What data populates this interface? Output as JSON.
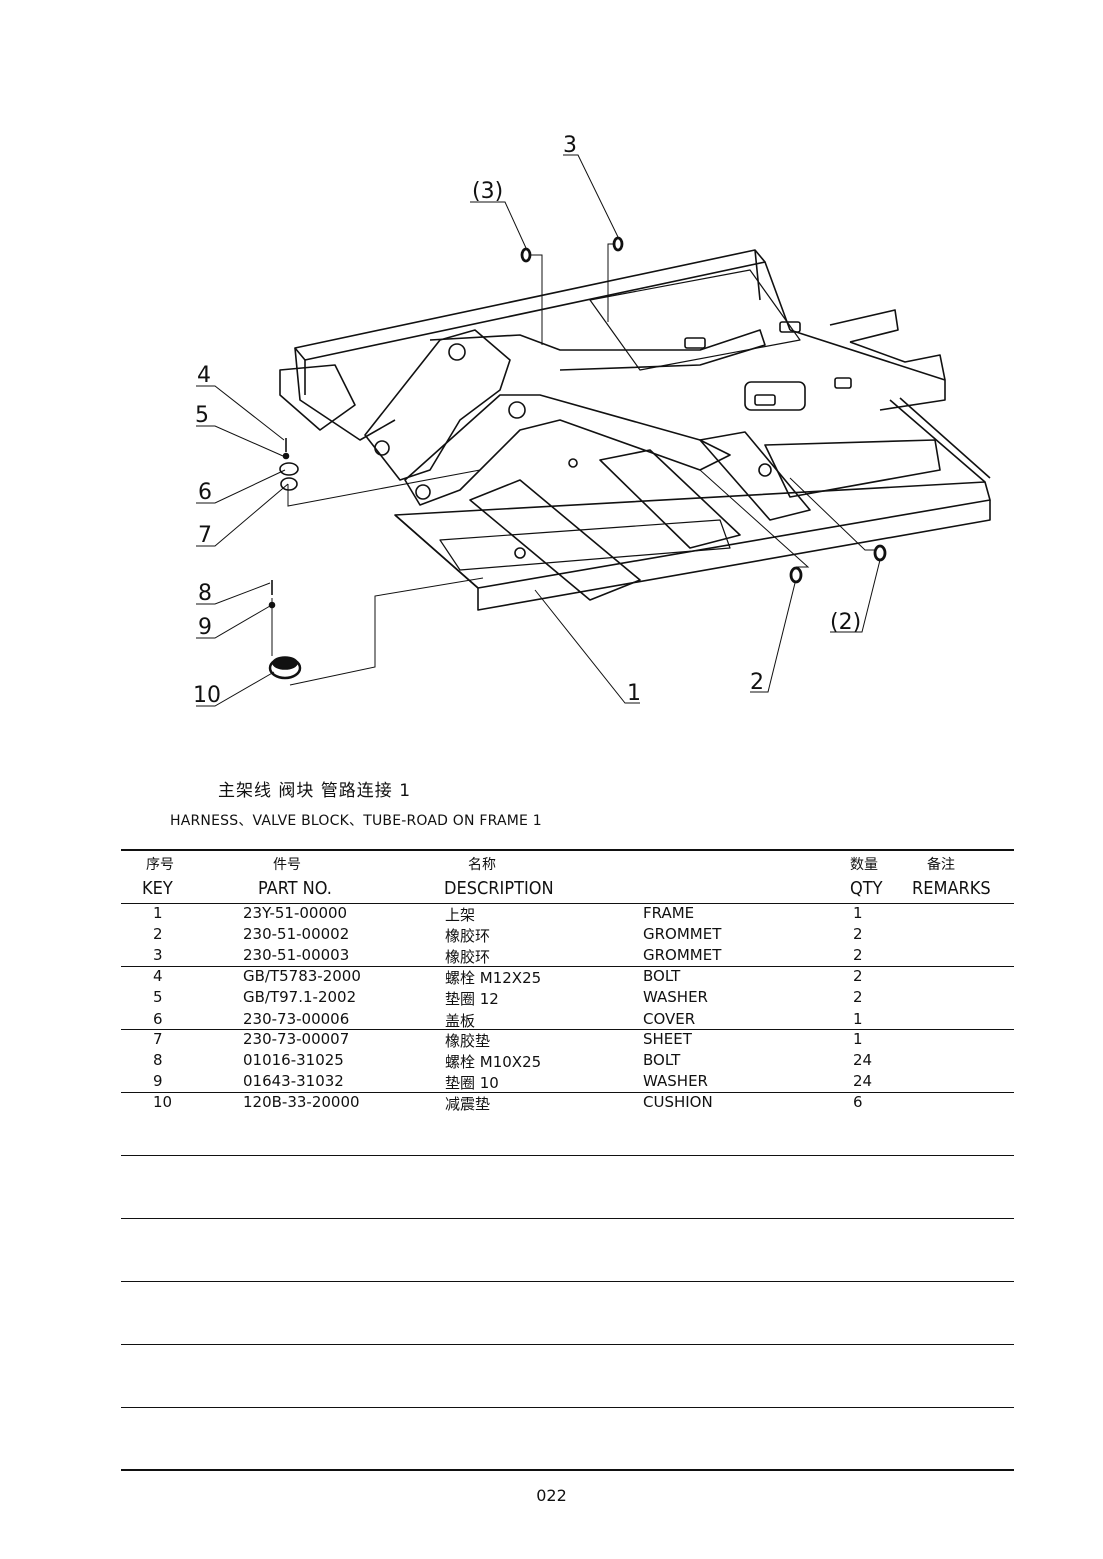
{
  "drawing": {
    "callouts": [
      "(3)",
      "3",
      "4",
      "5",
      "6",
      "7",
      "8",
      "9",
      "10",
      "1",
      "2",
      "(2)"
    ]
  },
  "title": {
    "cn": "主架线 阀块 管路连接 1",
    "en": "HARNESS、VALVE BLOCK、TUBE-ROAD ON FRAME 1"
  },
  "table": {
    "headers_cn": [
      "序号",
      "件号",
      "名称",
      "数量",
      "备注"
    ],
    "headers_en": [
      "KEY",
      "PART NO.",
      "DESCRIPTION",
      "QTY",
      "REMARKS"
    ],
    "rows": [
      {
        "key": "1",
        "part": "23Y-51-00000",
        "cn": "上架",
        "en": "FRAME",
        "qty": "1"
      },
      {
        "key": "2",
        "part": "230-51-00002",
        "cn": "橡胶环",
        "en": "GROMMET",
        "qty": "2"
      },
      {
        "key": "3",
        "part": "230-51-00003",
        "cn": "橡胶环",
        "en": "GROMMET",
        "qty": "2"
      },
      {
        "key": "4",
        "part": "GB/T5783-2000",
        "cn": "螺栓 M12X25",
        "en": "BOLT",
        "qty": "2"
      },
      {
        "key": "5",
        "part": "GB/T97.1-2002",
        "cn": "垫圈 12",
        "en": "WASHER",
        "qty": "2"
      },
      {
        "key": "6",
        "part": "230-73-00006",
        "cn": "盖板",
        "en": "COVER",
        "qty": "1"
      },
      {
        "key": "7",
        "part": "230-73-00007",
        "cn": "橡胶垫",
        "en": "SHEET",
        "qty": "1"
      },
      {
        "key": "8",
        "part": "01016-31025",
        "cn": "螺栓 M10X25",
        "en": "BOLT",
        "qty": "24"
      },
      {
        "key": "9",
        "part": "01643-31032",
        "cn": "垫圈 10",
        "en": "WASHER",
        "qty": "24"
      },
      {
        "key": "10",
        "part": "120B-33-20000",
        "cn": "减震垫",
        "en": "CUSHION",
        "qty": "6"
      }
    ]
  },
  "page_number": "022"
}
